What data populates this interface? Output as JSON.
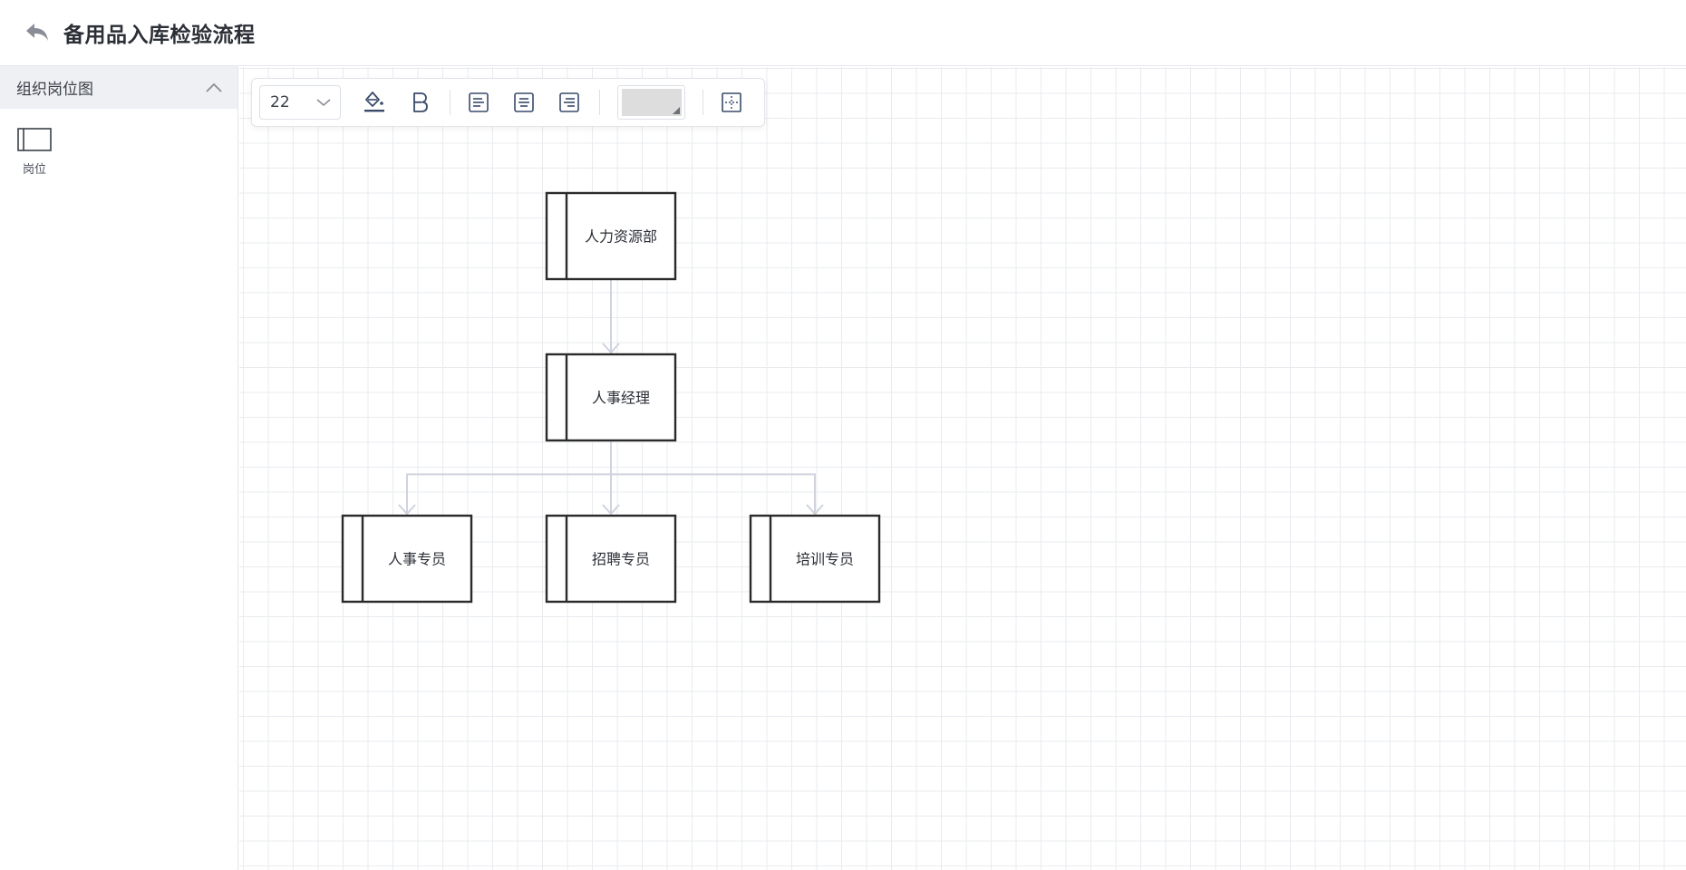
{
  "header": {
    "title": "备用品入库检验流程",
    "back_icon": "back-arrow-icon"
  },
  "sidebar": {
    "section_title": "组织岗位图",
    "section_state": "expanded",
    "shapes": [
      {
        "label": "岗位",
        "icon": "position-shape-icon"
      }
    ]
  },
  "toolbar": {
    "font_size": "22",
    "fill_color": "#dddddd",
    "icons": [
      "fill-color-icon",
      "bold-icon",
      "align-left-icon",
      "align-center-icon",
      "align-right-icon",
      "border-style-icon"
    ]
  },
  "diagram": {
    "nodes": [
      {
        "id": "hr-dept",
        "label": "人力资源部"
      },
      {
        "id": "hr-manager",
        "label": "人事经理"
      },
      {
        "id": "hr-specialist",
        "label": "人事专员"
      },
      {
        "id": "recruit-specialist",
        "label": "招聘专员"
      },
      {
        "id": "training-specialist",
        "label": "培训专员"
      }
    ],
    "edges": [
      {
        "from": "hr-dept",
        "to": "hr-manager"
      },
      {
        "from": "hr-manager",
        "to": "hr-specialist"
      },
      {
        "from": "hr-manager",
        "to": "recruit-specialist"
      },
      {
        "from": "hr-manager",
        "to": "training-specialist"
      }
    ],
    "edge_color": "#d0d3de",
    "node_border_color": "#2a2a2a"
  }
}
